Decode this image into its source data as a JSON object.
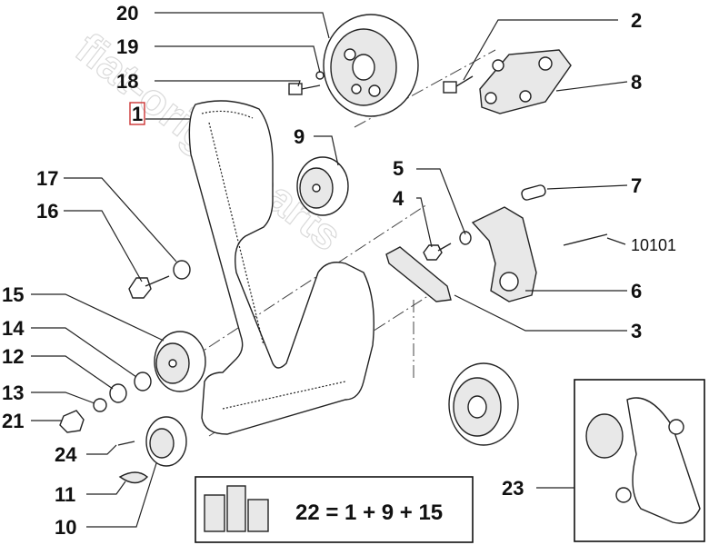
{
  "diagram": {
    "watermark": "fiat-origin-parts",
    "callouts": [
      {
        "id": "c1",
        "label": "1"
      },
      {
        "id": "c2",
        "label": "2"
      },
      {
        "id": "c3",
        "label": "3"
      },
      {
        "id": "c4",
        "label": "4"
      },
      {
        "id": "c5",
        "label": "5"
      },
      {
        "id": "c6",
        "label": "6"
      },
      {
        "id": "c7",
        "label": "7"
      },
      {
        "id": "c8",
        "label": "8"
      },
      {
        "id": "c9",
        "label": "9"
      },
      {
        "id": "c10",
        "label": "10"
      },
      {
        "id": "c11",
        "label": "11"
      },
      {
        "id": "c12",
        "label": "12"
      },
      {
        "id": "c13",
        "label": "13"
      },
      {
        "id": "c14",
        "label": "14"
      },
      {
        "id": "c15",
        "label": "15"
      },
      {
        "id": "c16",
        "label": "16"
      },
      {
        "id": "c17",
        "label": "17"
      },
      {
        "id": "c18",
        "label": "18"
      },
      {
        "id": "c19",
        "label": "19"
      },
      {
        "id": "c20",
        "label": "20"
      },
      {
        "id": "c21",
        "label": "21"
      },
      {
        "id": "c23",
        "label": "23"
      },
      {
        "id": "c24",
        "label": "24"
      },
      {
        "id": "c10101",
        "label": "10101"
      }
    ],
    "kit_formula": "22 = 1 + 9 + 15"
  }
}
